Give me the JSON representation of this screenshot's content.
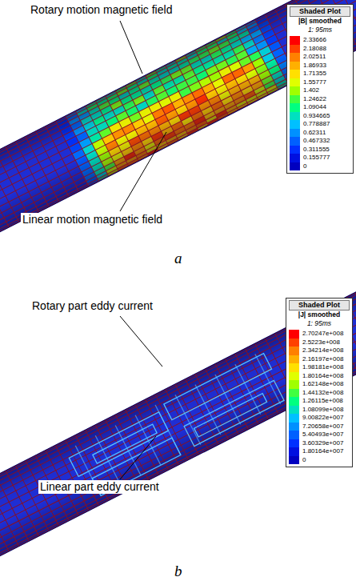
{
  "diagram": {
    "nodes": [
      {
        "text": [
          "Shaded Plot",
          "|B| smoothed",
          "1: 95ms"
        ]
      },
      {
        "text": [
          "Shaded Plot",
          "|J| smoothed",
          "1: 95ms"
        ]
      }
    ],
    "labels": [
      "Rotary motion magnetic field",
      "Linear motion magnetic field",
      "a",
      "Rotary part eddy current",
      "Linear part eddy current",
      "b"
    ],
    "legend": [
      {
        "text": "2.33666",
        "color": "#ff0000"
      },
      {
        "text": "2.18088",
        "color": "#ff4000"
      },
      {
        "text": "2.02511",
        "color": "#ff8000"
      },
      {
        "text": "1.86933",
        "color": "#ffb000"
      },
      {
        "text": "1.71355",
        "color": "#ffe000"
      },
      {
        "text": "1.55777",
        "color": "#e0ff00"
      },
      {
        "text": "1.402",
        "color": "#a0ff00"
      },
      {
        "text": "1.24622",
        "color": "#40ff40"
      },
      {
        "text": "1.09044",
        "color": "#00ff80"
      },
      {
        "text": "0.934665",
        "color": "#00e0c0"
      },
      {
        "text": "0.778887",
        "color": "#00c0ff"
      },
      {
        "text": "0.62311",
        "color": "#0090ff"
      },
      {
        "text": "0.467332",
        "color": "#0060ff"
      },
      {
        "text": "0.311555",
        "color": "#0030ff"
      },
      {
        "text": "0.155777",
        "color": "#0010e0"
      },
      {
        "text": "0",
        "color": "#0000c0"
      },
      {
        "text": "2.70247e+008",
        "color": "#ff0000"
      },
      {
        "text": "2.5223e+008",
        "color": "#ff4000"
      },
      {
        "text": "2.34214e+008",
        "color": "#ff8000"
      },
      {
        "text": "2.16197e+008",
        "color": "#ffb000"
      },
      {
        "text": "1.98181e+008",
        "color": "#ffe000"
      },
      {
        "text": "1.80164e+008",
        "color": "#e0ff00"
      },
      {
        "text": "1.62148e+008",
        "color": "#a0ff00"
      },
      {
        "text": "1.44132e+008",
        "color": "#40ff40"
      },
      {
        "text": "1.26115e+008",
        "color": "#00ff80"
      },
      {
        "text": "1.08099e+008",
        "color": "#00e0c0"
      },
      {
        "text": "9.00822e+007",
        "color": "#00c0ff"
      },
      {
        "text": "7.20658e+007",
        "color": "#0090ff"
      },
      {
        "text": "5.40493e+007",
        "color": "#0060ff"
      },
      {
        "text": "3.60329e+007",
        "color": "#0030ff"
      },
      {
        "text": "1.80164e+007",
        "color": "#0010e0"
      },
      {
        "text": "0",
        "color": "#0000c0"
      }
    ]
  }
}
